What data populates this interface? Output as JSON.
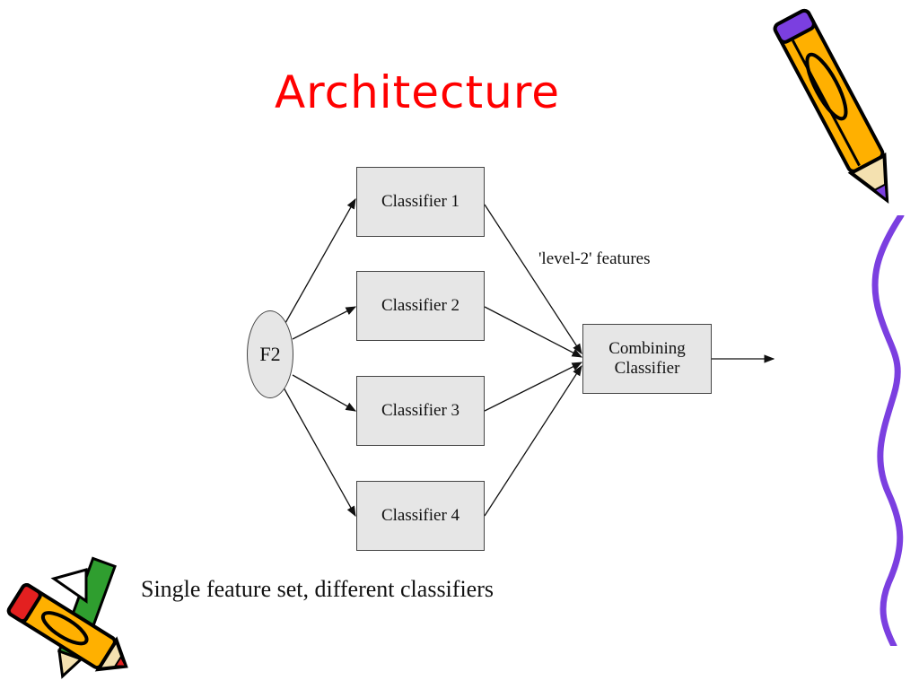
{
  "slide": {
    "title": "Architecture",
    "caption": "Single feature set, different classifiers"
  },
  "diagram": {
    "input_node": "F2",
    "classifiers": [
      "Classifier 1",
      "Classifier 2",
      "Classifier 3",
      "Classifier 4"
    ],
    "combiner": {
      "line1": "Combining",
      "line2": "Classifier"
    },
    "edge_label": "'level-2' features"
  },
  "colors": {
    "title": "#ff0000",
    "box_fill": "#e6e6e6",
    "pencil_body": "#ffb000",
    "wavy_line": "#7b3fe0"
  },
  "decorations": [
    "pencil-top-right",
    "wavy-line",
    "pencils-bottom-left"
  ]
}
